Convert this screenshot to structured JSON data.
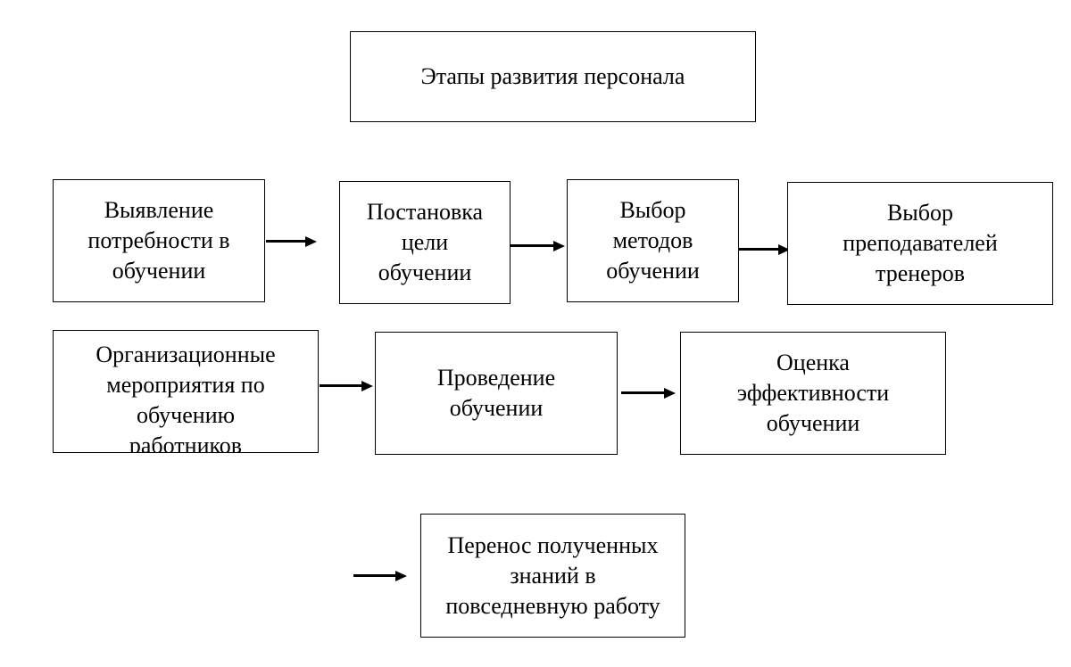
{
  "title": "Этапы развития персонала",
  "steps": {
    "needs": "Выявление\nпотребности в\nобучении",
    "goal": "Постановка\nцели\nобучении",
    "methods": "Выбор\nметодов\nобучении",
    "trainers": "Выбор\nпреподавателей\nтренеров",
    "organization": "Организационные\nмероприятия по\nобучению\nработников",
    "conduct": "Проведение\nобучении",
    "evaluation": "Оценка\nэффективности\nобучении",
    "transfer": "Перенос полученных\nзнаний в\nповседневную работу"
  }
}
